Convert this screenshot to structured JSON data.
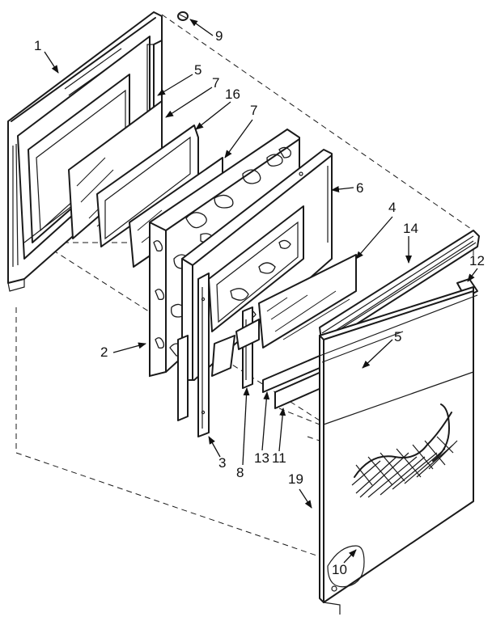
{
  "callouts": [
    {
      "id": "1",
      "label": "1"
    },
    {
      "id": "2",
      "label": "2"
    },
    {
      "id": "3",
      "label": "3"
    },
    {
      "id": "4",
      "label": "4"
    },
    {
      "id": "5a",
      "label": "5"
    },
    {
      "id": "5b",
      "label": "5"
    },
    {
      "id": "6",
      "label": "6"
    },
    {
      "id": "7a",
      "label": "7"
    },
    {
      "id": "7b",
      "label": "7"
    },
    {
      "id": "8",
      "label": "8"
    },
    {
      "id": "9",
      "label": "9"
    },
    {
      "id": "10",
      "label": "10"
    },
    {
      "id": "11",
      "label": "11"
    },
    {
      "id": "12",
      "label": "12"
    },
    {
      "id": "13",
      "label": "13"
    },
    {
      "id": "14",
      "label": "14"
    },
    {
      "id": "16",
      "label": "16"
    },
    {
      "id": "19",
      "label": "19"
    }
  ]
}
